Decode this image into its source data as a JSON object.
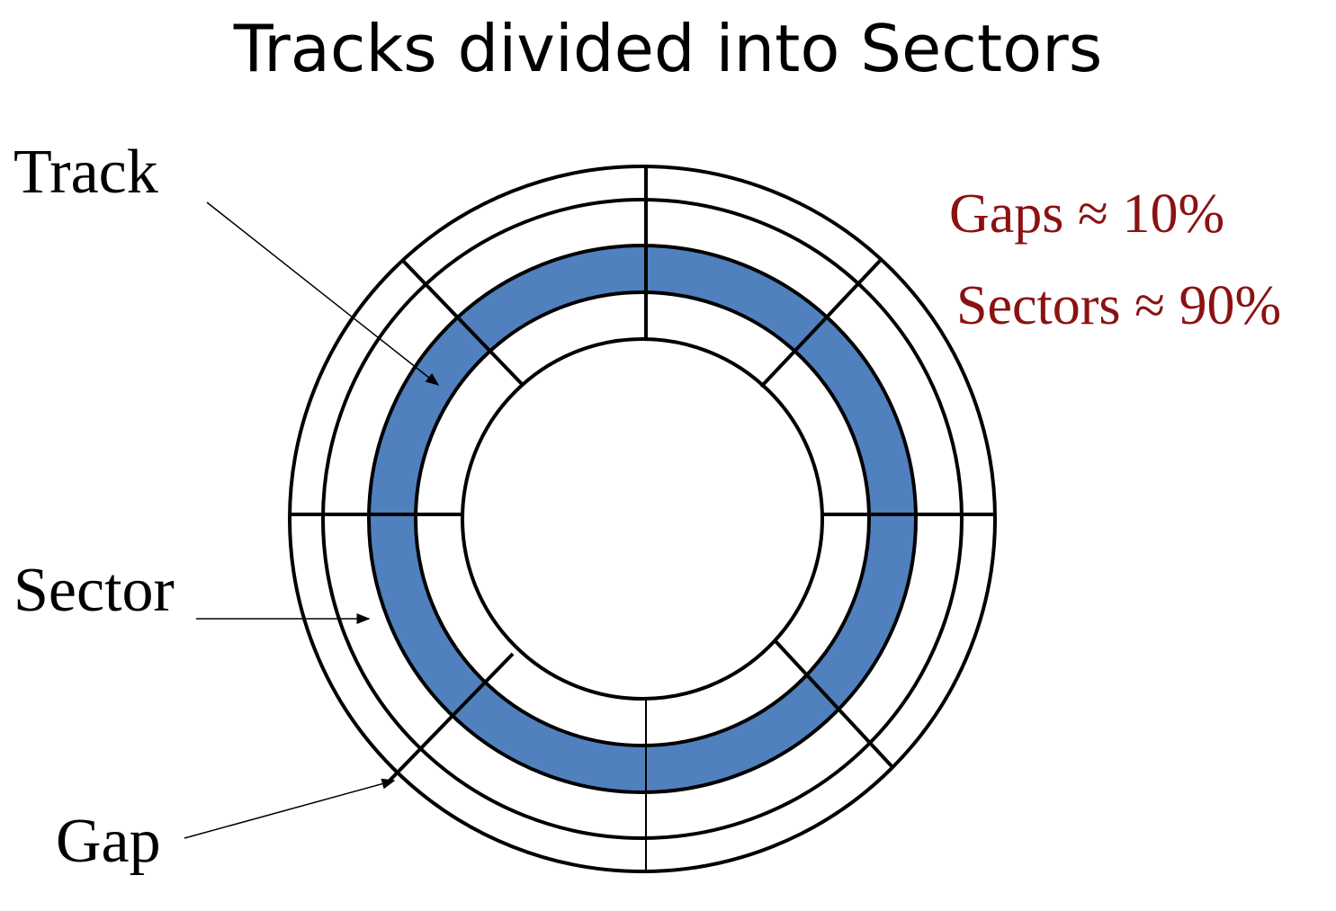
{
  "title": "Tracks divided into Sectors",
  "labels": {
    "track": "Track",
    "sector": "Sector",
    "gap": "Gap"
  },
  "annotations": {
    "gaps": "Gaps ≈ 10%",
    "sectors": "Sectors ≈ 90%"
  },
  "colors": {
    "highlighted_track": "#5080bd",
    "annotation": "#8b1212"
  }
}
